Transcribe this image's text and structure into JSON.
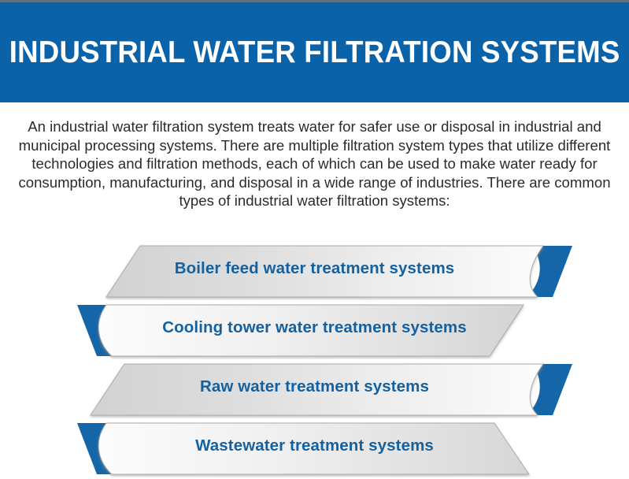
{
  "header": {
    "title": "Industrial Water Filtration Systems"
  },
  "intro": {
    "paragraph": "An industrial water filtration system treats water for safer use or disposal in industrial and municipal processing systems. There are multiple filtration system types that utilize different technologies and filtration methods, each of which can be used to make water ready for consumption, manufacturing, and disposal in a wide range of industries. There are common types of industrial water filtration systems:"
  },
  "ribbons": [
    {
      "label": "Boiler feed water treatment systems",
      "fold": "right"
    },
    {
      "label": "Cooling tower water treatment systems",
      "fold": "left"
    },
    {
      "label": "Raw water treatment systems",
      "fold": "right"
    },
    {
      "label": "Wastewater treatment systems",
      "fold": "left"
    }
  ],
  "colors": {
    "header_background": "#0a62a9",
    "header_text": "#ffffff",
    "top_rule": "#5c7285",
    "body_text": "#2b2b2b",
    "ribbon_text": "#15619f",
    "ribbon_fold": "#1566a8",
    "ribbon_fill_left": "#d3d3d3",
    "ribbon_fill_right": "#fbfbfb",
    "ribbon_border": "#a9a9a9",
    "page_background": "#ffffff"
  }
}
